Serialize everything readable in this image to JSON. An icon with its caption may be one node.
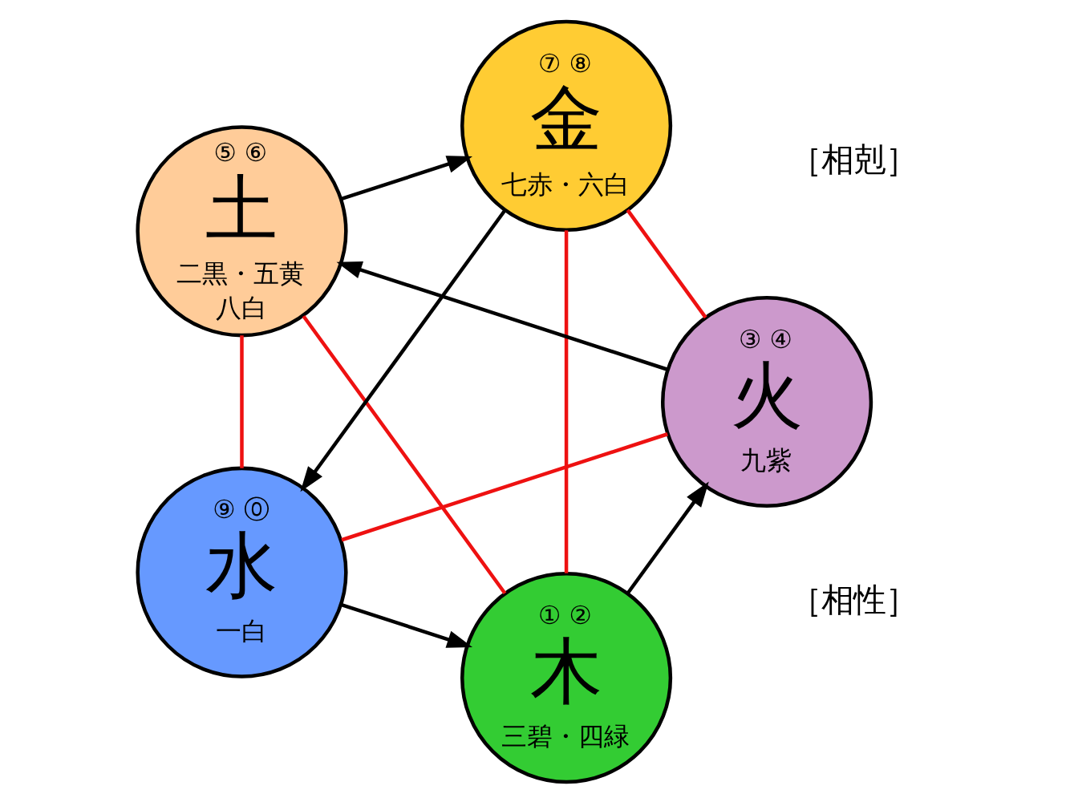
{
  "diagram": {
    "nodes": [
      {
        "text": [
          "① ②",
          "木",
          "三碧・四緑"
        ]
      },
      {
        "text": [
          "③ ④",
          "火",
          "九紫"
        ]
      },
      {
        "text": [
          "⑤ ⑥",
          "土",
          "二黒・五黄",
          "八白"
        ]
      },
      {
        "text": [
          "⑦ ⑧",
          "金",
          "七赤・六白"
        ]
      },
      {
        "text": [
          "⑨ ⓪",
          "水",
          "一白"
        ]
      }
    ],
    "edges": [
      {
        "from": 0,
        "to": 1,
        "arrow": "to"
      },
      {
        "from": 1,
        "to": 2,
        "arrow": "to"
      },
      {
        "from": 2,
        "to": 3,
        "arrow": "to"
      },
      {
        "from": 3,
        "to": 4,
        "arrow": "to"
      },
      {
        "from": 4,
        "to": 0,
        "arrow": "to"
      },
      {
        "from": 0,
        "to": 2,
        "arrow": "none",
        "color": "#ee1111"
      },
      {
        "from": 0,
        "to": 3,
        "arrow": "none",
        "color": "#ee1111"
      },
      {
        "from": 1,
        "to": 4,
        "arrow": "none",
        "color": "#ee1111"
      },
      {
        "from": 1,
        "to": 3,
        "arrow": "none",
        "color": "#ee1111"
      },
      {
        "from": 4,
        "to": 2,
        "arrow": "none",
        "color": "#ee1111"
      }
    ],
    "labels": [
      "［相性］",
      "［相剋］"
    ]
  }
}
